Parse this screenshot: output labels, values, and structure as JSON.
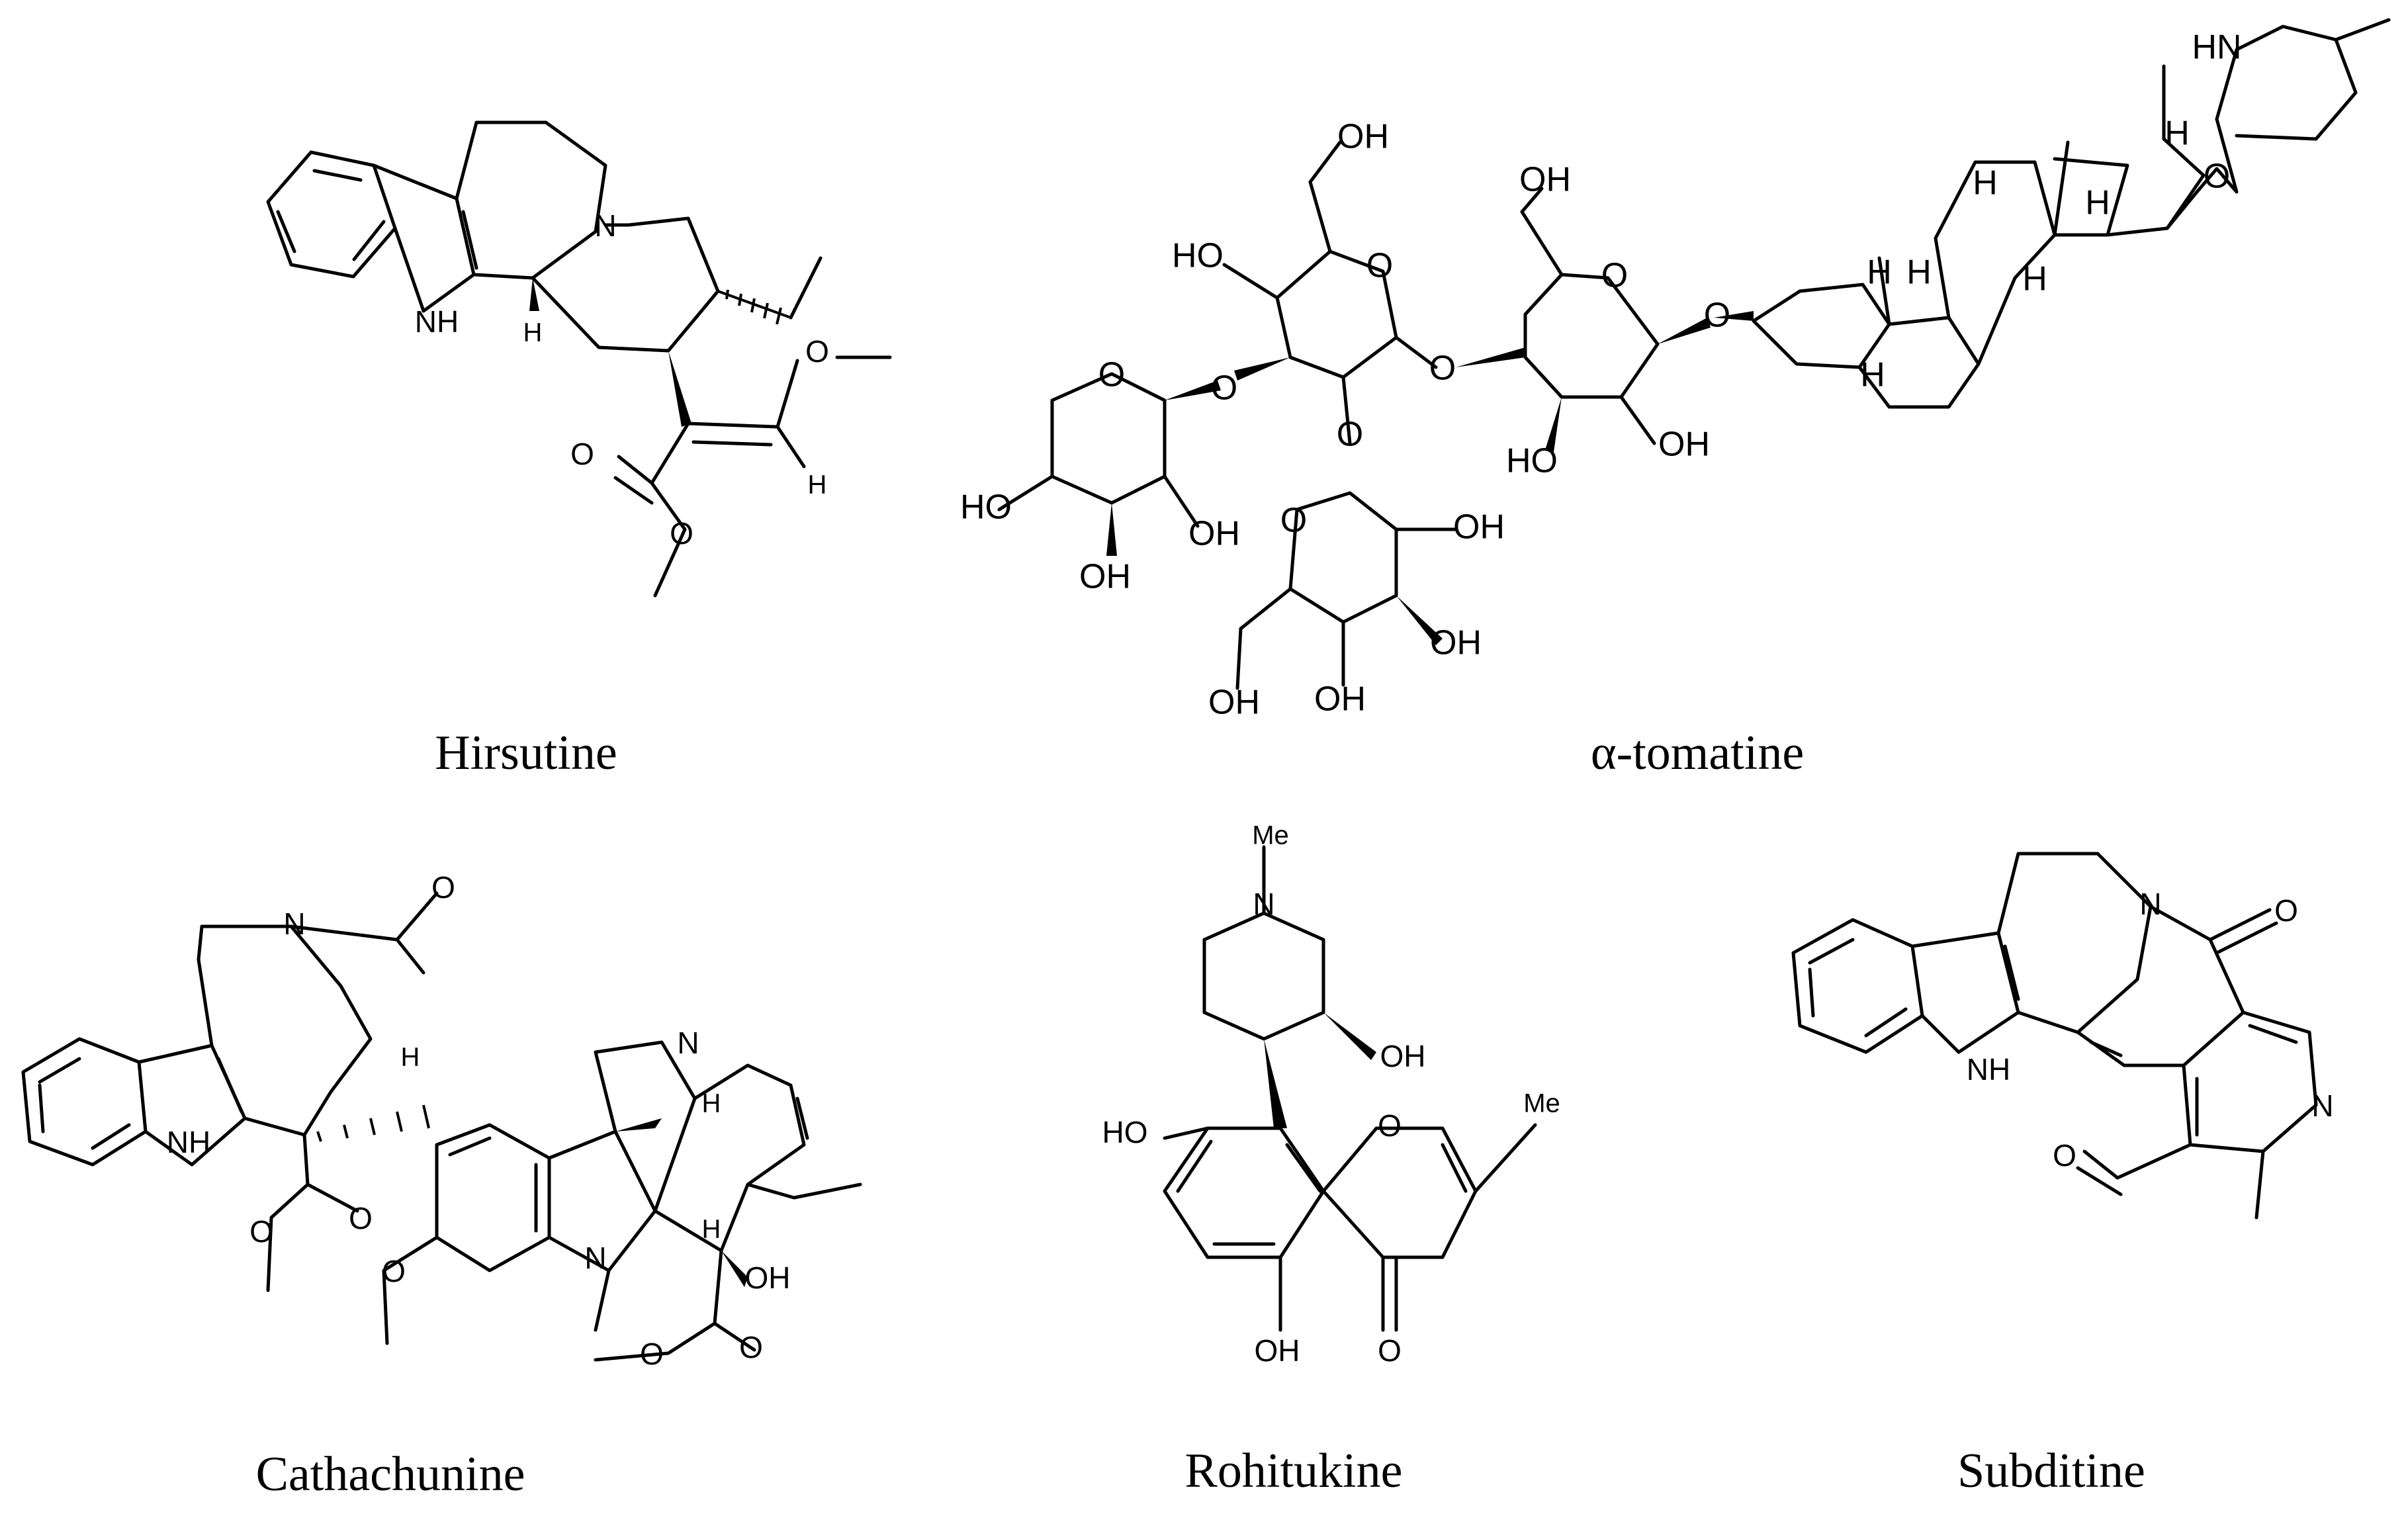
{
  "captions": {
    "hirsutine": "Hirsutine",
    "tomatine": "α-tomatine",
    "cathachunine": "Cathachunine",
    "rohitukine": "Rohitukine",
    "subditine": "Subditine"
  },
  "atoms": {
    "nh": "NH",
    "hn": "HN",
    "n": "N",
    "h": "H",
    "o": "O",
    "oh": "OH",
    "ho": "HO",
    "me": "Me"
  }
}
